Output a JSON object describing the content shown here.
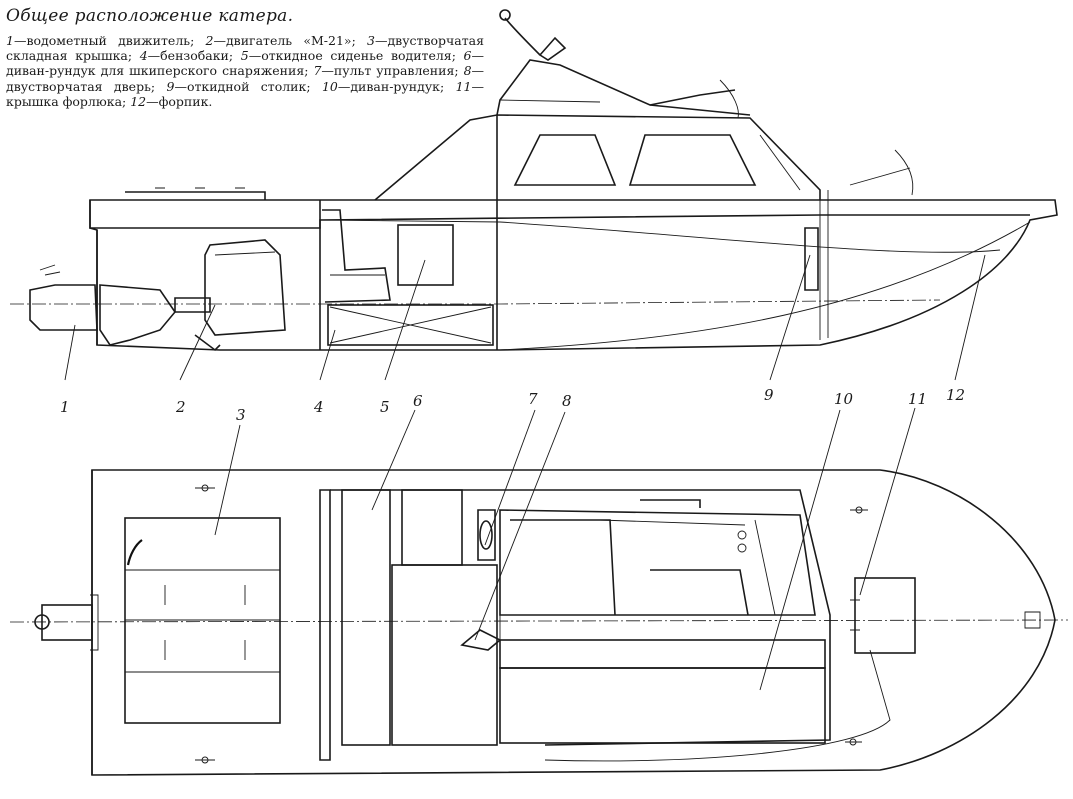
{
  "title": "Общее расположение катера.",
  "legend": [
    {
      "num": "1",
      "text": "водометный движитель"
    },
    {
      "num": "2",
      "text": "двигатель «М-21»"
    },
    {
      "num": "3",
      "text": "двустворчатая складная крышка"
    },
    {
      "num": "4",
      "text": "бензобаки"
    },
    {
      "num": "5",
      "text": "откидное сиденье водителя"
    },
    {
      "num": "6",
      "text": "диван-рундук для шкиперского снаряжения"
    },
    {
      "num": "7",
      "text": "пульт управления"
    },
    {
      "num": "8",
      "text": "двустворчатая дверь"
    },
    {
      "num": "9",
      "text": "откидной столик"
    },
    {
      "num": "10",
      "text": "диван-рундук"
    },
    {
      "num": "11",
      "text": "крышка форлюка"
    },
    {
      "num": "12",
      "text": "форпик"
    }
  ],
  "labels": {
    "l1": "1",
    "l2": "2",
    "l3": "3",
    "l4": "4",
    "l5": "5",
    "l6": "6",
    "l7": "7",
    "l8": "8",
    "l9": "9",
    "l10": "10",
    "l11": "11",
    "l12": "12"
  }
}
